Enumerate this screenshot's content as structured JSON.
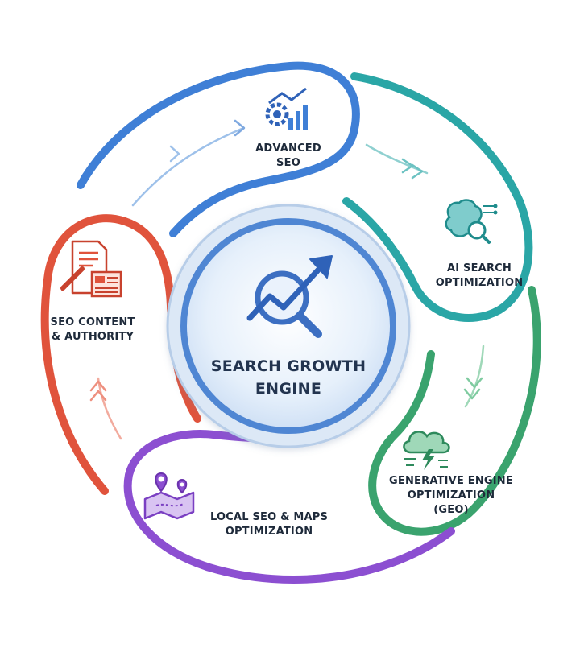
{
  "center": {
    "line1": "SEARCH GROWTH",
    "line2": "ENGINE"
  },
  "segments": [
    {
      "id": "advanced-seo",
      "line1": "ADVANCED",
      "line2": "SEO",
      "color": "#3f7fd6"
    },
    {
      "id": "ai-search",
      "line1": "AI SEARCH",
      "line2": "OPTIMIZATION",
      "color": "#2aa6a6"
    },
    {
      "id": "geo",
      "line1": "GENERATIVE ENGINE",
      "line2": "OPTIMIZATION",
      "line3": "(GEO)",
      "color": "#3aa36e"
    },
    {
      "id": "local-seo",
      "line1": "LOCAL SEO & MAPS",
      "line2": "OPTIMIZATION",
      "color": "#8c4fd1"
    },
    {
      "id": "seo-content",
      "line1": "SEO CONTENT",
      "line2": "& AUTHORITY",
      "color": "#e0533c"
    }
  ],
  "icons": {
    "center": "search-growth-icon",
    "advanced-seo": "gear-chart-icon",
    "ai-search": "brain-search-icon",
    "geo": "cloud-lightning-icon",
    "local-seo": "map-pins-icon",
    "seo-content": "document-edit-icon"
  }
}
